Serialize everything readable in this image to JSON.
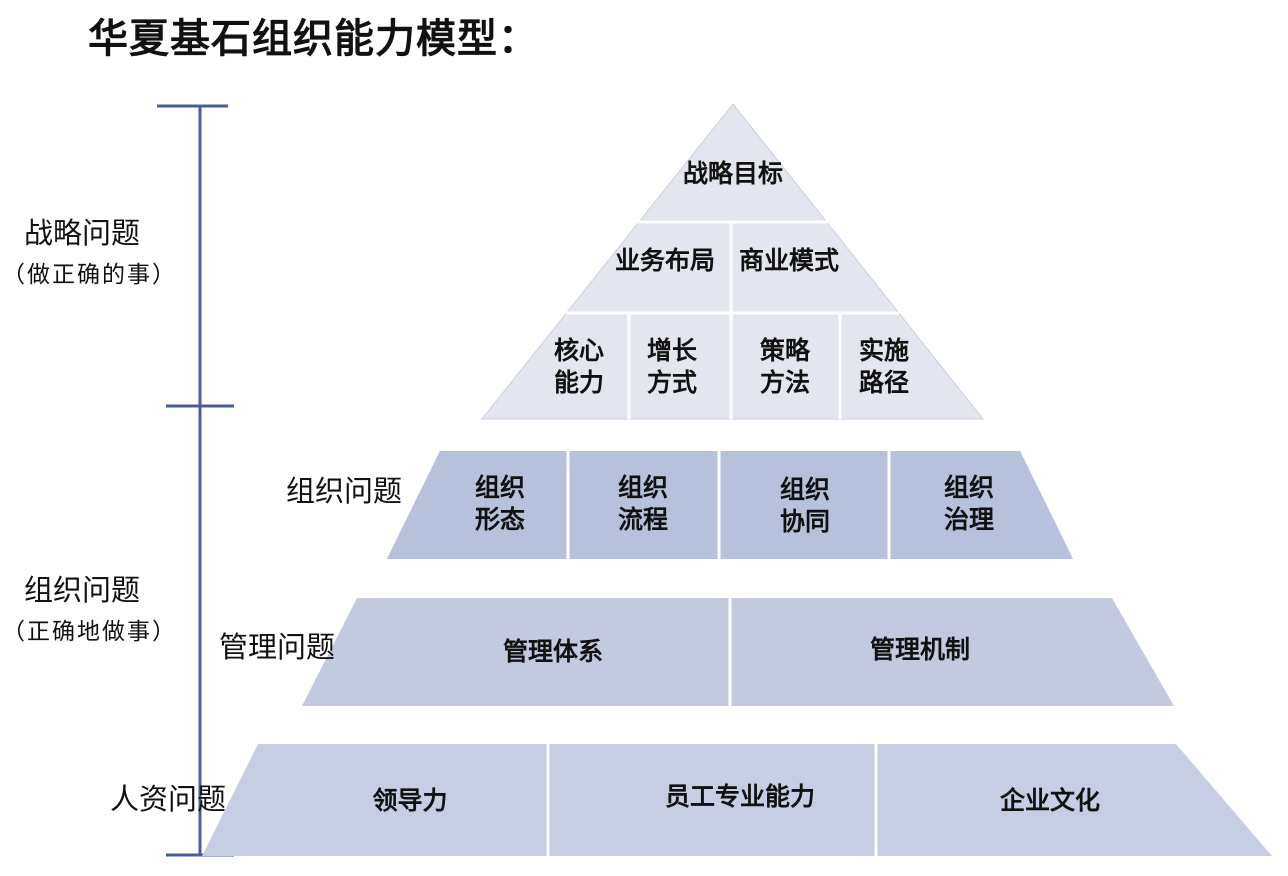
{
  "title": "华夏基石组织能力模型：",
  "colors": {
    "apex_fill": "#e3e6ee",
    "mid_fill": "#b8c1da",
    "low_fill": "#c5cce2",
    "separator": "#ffffff",
    "bracket": "#4a5b9c"
  },
  "side_labels": {
    "strategy": {
      "label": "战略问题",
      "sub": "（做正确的事）"
    },
    "organization": {
      "label": "组织问题",
      "sub": "（正确地做事）"
    },
    "org_problem": "组织问题",
    "mgmt_problem": "管理问题",
    "hr_problem": "人资问题"
  },
  "pyramid": {
    "top": {
      "row1": [
        "战略目标"
      ],
      "row2": [
        "业务布局",
        "商业模式"
      ],
      "row3": [
        {
          "line1": "核心",
          "line2": "能力"
        },
        {
          "line1": "增长",
          "line2": "方式"
        },
        {
          "line1": "策略",
          "line2": "方法"
        },
        {
          "line1": "实施",
          "line2": "路径"
        }
      ]
    },
    "organization": [
      {
        "line1": "组织",
        "line2": "形态"
      },
      {
        "line1": "组织",
        "line2": "流程"
      },
      {
        "line1": "组织",
        "line2": "协同"
      },
      {
        "line1": "组织",
        "line2": "治理"
      }
    ],
    "management": [
      "管理体系",
      "管理机制"
    ],
    "hr": [
      "领导力",
      "员工专业能力",
      "企业文化"
    ]
  }
}
